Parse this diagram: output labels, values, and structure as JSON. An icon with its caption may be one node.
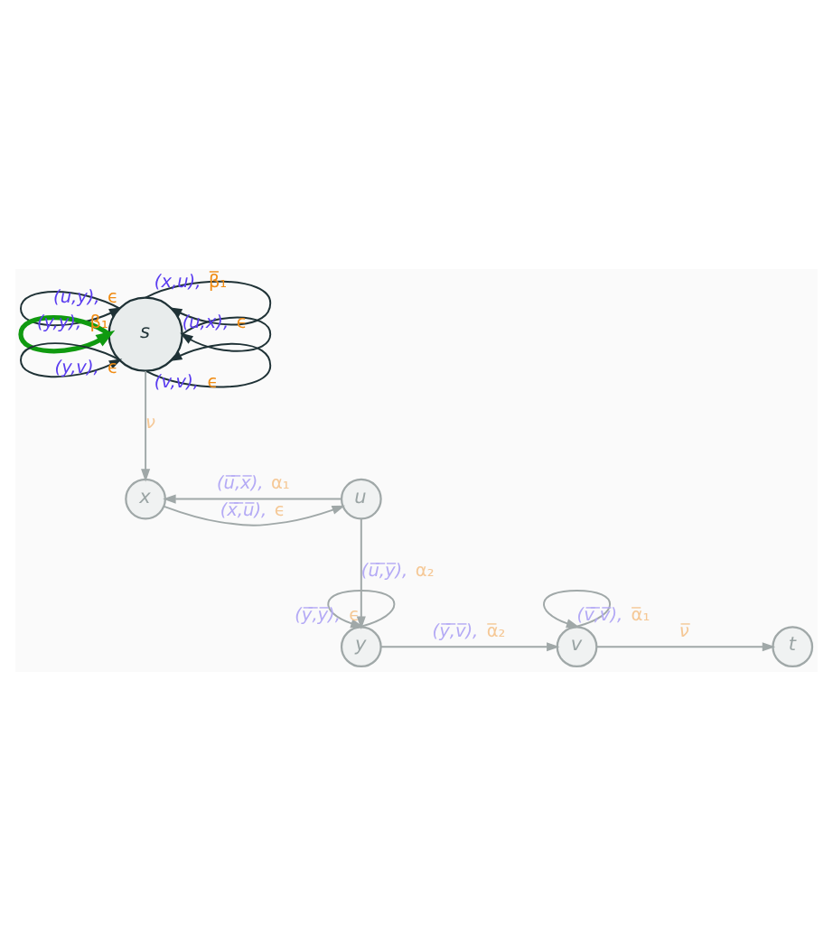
{
  "diagram": {
    "nodes": [
      {
        "text": [
          "s"
        ]
      },
      {
        "text": [
          "u"
        ]
      },
      {
        "text": [
          "x"
        ]
      },
      {
        "text": [
          "y"
        ]
      },
      {
        "text": [
          "v"
        ]
      },
      {
        "text": [
          "t"
        ]
      }
    ],
    "edges": [
      {
        "from": 0,
        "to": 0,
        "arrow": "to",
        "label": "(u,y), ϵ",
        "color": "#1f3236"
      },
      {
        "from": 0,
        "to": 0,
        "arrow": "to",
        "label": "(x,u), β̅₁",
        "color": "#1f3236"
      },
      {
        "from": 0,
        "to": 0,
        "arrow": "to",
        "label": "(y,y), β₁",
        "style": "thick",
        "color": "#109a10"
      },
      {
        "from": 0,
        "to": 0,
        "arrow": "to",
        "label": "(u,x), ϵ",
        "color": "#1f3236"
      },
      {
        "from": 0,
        "to": 0,
        "arrow": "to",
        "label": "(y,v), ϵ",
        "color": "#1f3236"
      },
      {
        "from": 0,
        "to": 0,
        "arrow": "to",
        "label": "(v,v), ϵ",
        "color": "#1f3236"
      },
      {
        "from": 0,
        "to": 2,
        "arrow": "to",
        "label": "ν"
      },
      {
        "from": 2,
        "to": 1,
        "arrow": "to",
        "label": "(x̅,̅u̅), ϵ"
      },
      {
        "from": 1,
        "to": 2,
        "arrow": "to",
        "label": "(u̅,̅x̅), α₁"
      },
      {
        "from": 1,
        "to": 3,
        "arrow": "to",
        "label": "(u̅,̅y̅), α₂"
      },
      {
        "from": 3,
        "to": 3,
        "arrow": "to",
        "label": "(y̅,̅y̅), ϵ"
      },
      {
        "from": 3,
        "to": 4,
        "arrow": "to",
        "label": "(y̅,̅v̅), α̅₂"
      },
      {
        "from": 4,
        "to": 4,
        "arrow": "to",
        "label": "(v̅,̅v̅), α̅₁"
      },
      {
        "from": 4,
        "to": 5,
        "arrow": "to",
        "label": "ν̅"
      }
    ]
  }
}
